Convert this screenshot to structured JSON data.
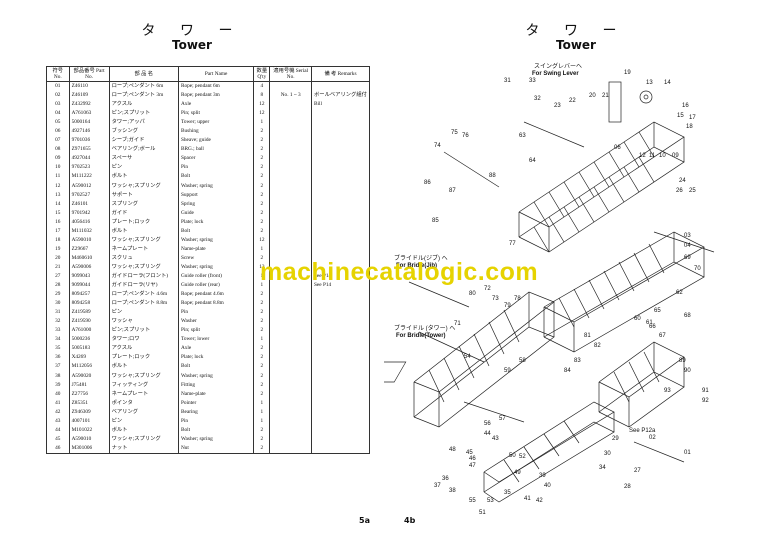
{
  "left_page": {
    "title_jp": "タ ワ ー",
    "title_en": "Tower",
    "headers": {
      "no": "符号 No.",
      "part_no": "部品番号 Part No.",
      "name_jp": "部 品 名",
      "part_name": "Part Name",
      "qty": "数量 Q'ty",
      "serial": "適用号機 Serial No.",
      "remarks": "備 考 Remarks"
    },
    "rows": [
      {
        "no": "01",
        "pn": "Z46110",
        "jp": "ロープ;ペンダント 6m",
        "name": "Rope; pendant 6m",
        "qty": "4",
        "ser": "",
        "rem": ""
      },
      {
        "no": "02",
        "pn": "Z46109",
        "jp": "ロープ;ペンダント 3m",
        "name": "Rope; pendant 3m",
        "qty": "8",
        "ser": "No. 1 ~ 3",
        "rem": "ボールベアリング組付"
      },
      {
        "no": "03",
        "pn": "Z432992",
        "jp": "アクスル",
        "name": "Axle",
        "qty": "12",
        "ser": "",
        "rem": "Bill"
      },
      {
        "no": "04",
        "pn": "A761063",
        "jp": "ピン;スプリット",
        "name": "Pin; split",
        "qty": "12",
        "ser": "",
        "rem": ""
      },
      {
        "no": "05",
        "pn": "5000164",
        "jp": "タワー;アッパ",
        "name": "Tower; upper",
        "qty": "1",
        "ser": "",
        "rem": ""
      },
      {
        "no": "06",
        "pn": "4927146",
        "jp": "ブッシング",
        "name": "Bushing",
        "qty": "2",
        "ser": "",
        "rem": ""
      },
      {
        "no": "07",
        "pn": "9701036",
        "jp": "シーブ;ガイド",
        "name": "Sheave; guide",
        "qty": "2",
        "ser": "",
        "rem": ""
      },
      {
        "no": "08",
        "pn": "Z971655",
        "jp": "ベアリング;ボール",
        "name": "BRG.; ball",
        "qty": "2",
        "ser": "",
        "rem": ""
      },
      {
        "no": "09",
        "pn": "4927044",
        "jp": "スペーサ",
        "name": "Spacer",
        "qty": "2",
        "ser": "",
        "rem": ""
      },
      {
        "no": "10",
        "pn": "9702523",
        "jp": "ピン",
        "name": "Pin",
        "qty": "2",
        "ser": "",
        "rem": ""
      },
      {
        "no": "11",
        "pn": "M111222",
        "jp": "ボルト",
        "name": "Bolt",
        "qty": "2",
        "ser": "",
        "rem": ""
      },
      {
        "no": "12",
        "pn": "A590012",
        "jp": "ワッシャ;スプリング",
        "name": "Washer; spring",
        "qty": "2",
        "ser": "",
        "rem": ""
      },
      {
        "no": "13",
        "pn": "9702527",
        "jp": "サポート",
        "name": "Support",
        "qty": "2",
        "ser": "",
        "rem": ""
      },
      {
        "no": "14",
        "pn": "Z46101",
        "jp": "スプリング",
        "name": "Spring",
        "qty": "2",
        "ser": "",
        "rem": ""
      },
      {
        "no": "15",
        "pn": "9701942",
        "jp": "ガイド",
        "name": "Guide",
        "qty": "2",
        "ser": "",
        "rem": ""
      },
      {
        "no": "16",
        "pn": "4056416",
        "jp": "プレート;ロック",
        "name": "Plate; lock",
        "qty": "2",
        "ser": "",
        "rem": ""
      },
      {
        "no": "17",
        "pn": "M111032",
        "jp": "ボルト",
        "name": "Bolt",
        "qty": "2",
        "ser": "",
        "rem": ""
      },
      {
        "no": "18",
        "pn": "A590010",
        "jp": "ワッシャ;スプリング",
        "name": "Washer; spring",
        "qty": "12",
        "ser": "",
        "rem": ""
      },
      {
        "no": "19",
        "pn": "Z29667",
        "jp": "ネームプレート",
        "name": "Name-plate",
        "qty": "1",
        "ser": "",
        "rem": ""
      },
      {
        "no": "20",
        "pn": "M460610",
        "jp": "スクリュ",
        "name": "Screw",
        "qty": "2",
        "ser": "",
        "rem": ""
      },
      {
        "no": "21",
        "pn": "A590006",
        "jp": "ワッシャ;スプリング",
        "name": "Washer; spring",
        "qty": "12",
        "ser": "",
        "rem": ""
      },
      {
        "no": "27",
        "pn": "9099043",
        "jp": "ガイドローラ(フロント)",
        "name": "Guide roller (front)",
        "qty": "1",
        "ser": "",
        "rem": "See P14"
      },
      {
        "no": "28",
        "pn": "9099044",
        "jp": "ガイドローラ(リヤ)",
        "name": "Guide roller (rear)",
        "qty": "1",
        "ser": "",
        "rem": "See P14"
      },
      {
        "no": "29",
        "pn": "8094257",
        "jp": "ロープ;ペンダント 4.6m",
        "name": "Rope; pendant 4.6m",
        "qty": "2",
        "ser": "",
        "rem": ""
      },
      {
        "no": "30",
        "pn": "8094258",
        "jp": "ロープ;ペンダント 8.8m",
        "name": "Rope; pendant 8.8m",
        "qty": "2",
        "ser": "",
        "rem": ""
      },
      {
        "no": "31",
        "pn": "Z419589",
        "jp": "ピン",
        "name": "Pin",
        "qty": "2",
        "ser": "",
        "rem": ""
      },
      {
        "no": "32",
        "pn": "Z419590",
        "jp": "ワッシャ",
        "name": "Washer",
        "qty": "2",
        "ser": "",
        "rem": ""
      },
      {
        "no": "33",
        "pn": "A761000",
        "jp": "ピン;スプリット",
        "name": "Pin; split",
        "qty": "2",
        "ser": "",
        "rem": ""
      },
      {
        "no": "34",
        "pn": "5000236",
        "jp": "タワー;ロワ",
        "name": "Tower; lower",
        "qty": "1",
        "ser": "",
        "rem": ""
      },
      {
        "no": "35",
        "pn": "5005183",
        "jp": "アクスル",
        "name": "Axle",
        "qty": "2",
        "ser": "",
        "rem": ""
      },
      {
        "no": "36",
        "pn": "X4269",
        "jp": "プレート;ロック",
        "name": "Plate; lock",
        "qty": "2",
        "ser": "",
        "rem": ""
      },
      {
        "no": "37",
        "pn": "M112056",
        "jp": "ボルト",
        "name": "Bolt",
        "qty": "2",
        "ser": "",
        "rem": ""
      },
      {
        "no": "38",
        "pn": "A590020",
        "jp": "ワッシャ;スプリング",
        "name": "Washer; spring",
        "qty": "2",
        "ser": "",
        "rem": ""
      },
      {
        "no": "39",
        "pn": "J75481",
        "jp": "フィッティング",
        "name": "Fitting",
        "qty": "2",
        "ser": "",
        "rem": ""
      },
      {
        "no": "40",
        "pn": "Z27756",
        "jp": "ネームプレート",
        "name": "Name-plate",
        "qty": "2",
        "ser": "",
        "rem": ""
      },
      {
        "no": "41",
        "pn": "Z85351",
        "jp": "ポインタ",
        "name": "Pointer",
        "qty": "1",
        "ser": "",
        "rem": ""
      },
      {
        "no": "42",
        "pn": "Z946309",
        "jp": "ベアリング",
        "name": "Bearing",
        "qty": "1",
        "ser": "",
        "rem": ""
      },
      {
        "no": "43",
        "pn": "4007101",
        "jp": "ピン",
        "name": "Pin",
        "qty": "1",
        "ser": "",
        "rem": ""
      },
      {
        "no": "44",
        "pn": "M101022",
        "jp": "ボルト",
        "name": "Bolt",
        "qty": "2",
        "ser": "",
        "rem": ""
      },
      {
        "no": "45",
        "pn": "A590010",
        "jp": "ワッシャ;スプリング",
        "name": "Washer; spring",
        "qty": "2",
        "ser": "",
        "rem": ""
      },
      {
        "no": "46",
        "pn": "M301006",
        "jp": "ナット",
        "name": "Nut",
        "qty": "2",
        "ser": "",
        "rem": ""
      }
    ],
    "page_number": "5a"
  },
  "right_page": {
    "title_jp": "タ ワ ー",
    "title_en": "Tower",
    "callouts": {
      "swing_lever_jp": "スイングレバーへ",
      "swing_lever_en": "For Swing Lever",
      "bridle_jib_jp": "ブライドル(ジブ) へ",
      "bridle_jib_en": "For Bridle(Jib)",
      "bridle_tower_jp": "ブライドル (タワー) へ",
      "bridle_tower_en": "For Bridle(Tower)",
      "see_p12a": "See P12a"
    },
    "part_labels": [
      "31",
      "33",
      "32",
      "22",
      "23",
      "20",
      "21",
      "19",
      "13",
      "14",
      "16",
      "15",
      "17",
      "18",
      "12",
      "11",
      "10",
      "09",
      "08",
      "07",
      "06",
      "05",
      "24",
      "25",
      "26",
      "03",
      "04",
      "01",
      "02",
      "63",
      "64",
      "74",
      "75",
      "76",
      "86",
      "87",
      "85",
      "88",
      "77",
      "72",
      "73",
      "78",
      "79",
      "71",
      "80",
      "81",
      "82",
      "83",
      "84",
      "60",
      "61",
      "62",
      "65",
      "66",
      "67",
      "68",
      "69",
      "70",
      "89",
      "90",
      "91",
      "92",
      "93",
      "34",
      "35",
      "36",
      "37",
      "38",
      "39",
      "40",
      "41",
      "42",
      "43",
      "44",
      "45",
      "46",
      "47",
      "48",
      "49",
      "50",
      "51",
      "52",
      "53",
      "54",
      "55",
      "56",
      "57",
      "58",
      "59",
      "27",
      "28",
      "29",
      "30"
    ],
    "page_number": "4b"
  },
  "watermark": "machinecatalogic.com"
}
